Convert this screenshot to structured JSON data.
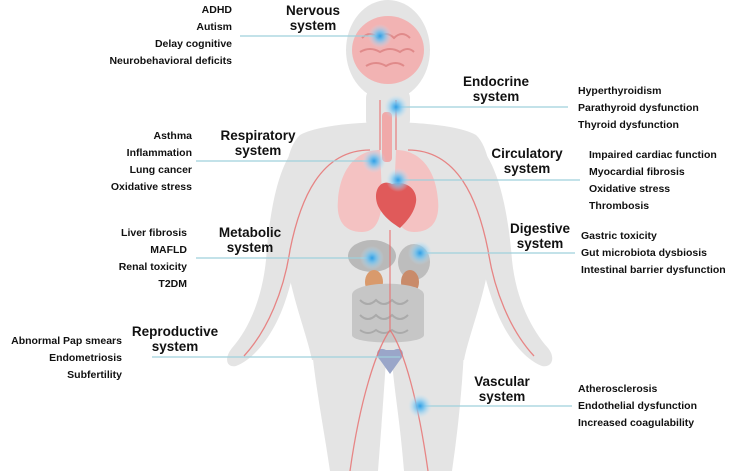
{
  "systems": [
    {
      "id": "nervous",
      "title_lines": [
        "Nervous",
        "system"
      ],
      "effects": [
        "ADHD",
        "Autism",
        "Delay cognitive",
        "Neurobehavioral deficits"
      ]
    },
    {
      "id": "endocrine",
      "title_lines": [
        "Endocrine",
        "system"
      ],
      "effects": [
        "Hyperthyroidism",
        "Parathyroid dysfunction",
        "Thyroid dysfunction"
      ]
    },
    {
      "id": "respiratory",
      "title_lines": [
        "Respiratory",
        "system"
      ],
      "effects": [
        "Asthma",
        "Inflammation",
        "Lung cancer",
        "Oxidative stress"
      ]
    },
    {
      "id": "circulatory",
      "title_lines": [
        "Circulatory",
        "system"
      ],
      "effects": [
        "Impaired cardiac function",
        "Myocardial fibrosis",
        "Oxidative stress",
        "Thrombosis"
      ]
    },
    {
      "id": "metabolic",
      "title_lines": [
        "Metabolic",
        "system"
      ],
      "effects": [
        "Liver fibrosis",
        "MAFLD",
        "Renal toxicity",
        "T2DM"
      ]
    },
    {
      "id": "digestive",
      "title_lines": [
        "Digestive",
        "system"
      ],
      "effects": [
        "Gastric toxicity",
        "Gut microbiota dysbiosis",
        "Intestinal barrier dysfunction"
      ]
    },
    {
      "id": "reproductive",
      "title_lines": [
        "Reproductive",
        "system"
      ],
      "effects": [
        "Abnormal Pap smears",
        "Endometriosis",
        "Subfertility"
      ]
    },
    {
      "id": "vascular",
      "title_lines": [
        "Vascular",
        "system"
      ],
      "effects": [
        "Atherosclerosis",
        "Endothelial dysfunction",
        "Increased coagulability"
      ]
    }
  ],
  "colors": {
    "body_silhouette": "#e4e4e4",
    "organ_red": "#f4b6b6",
    "vessel_red": "#e77474",
    "connector_line": "#9fd0dc",
    "marker_blue": "#3aa7e6"
  }
}
